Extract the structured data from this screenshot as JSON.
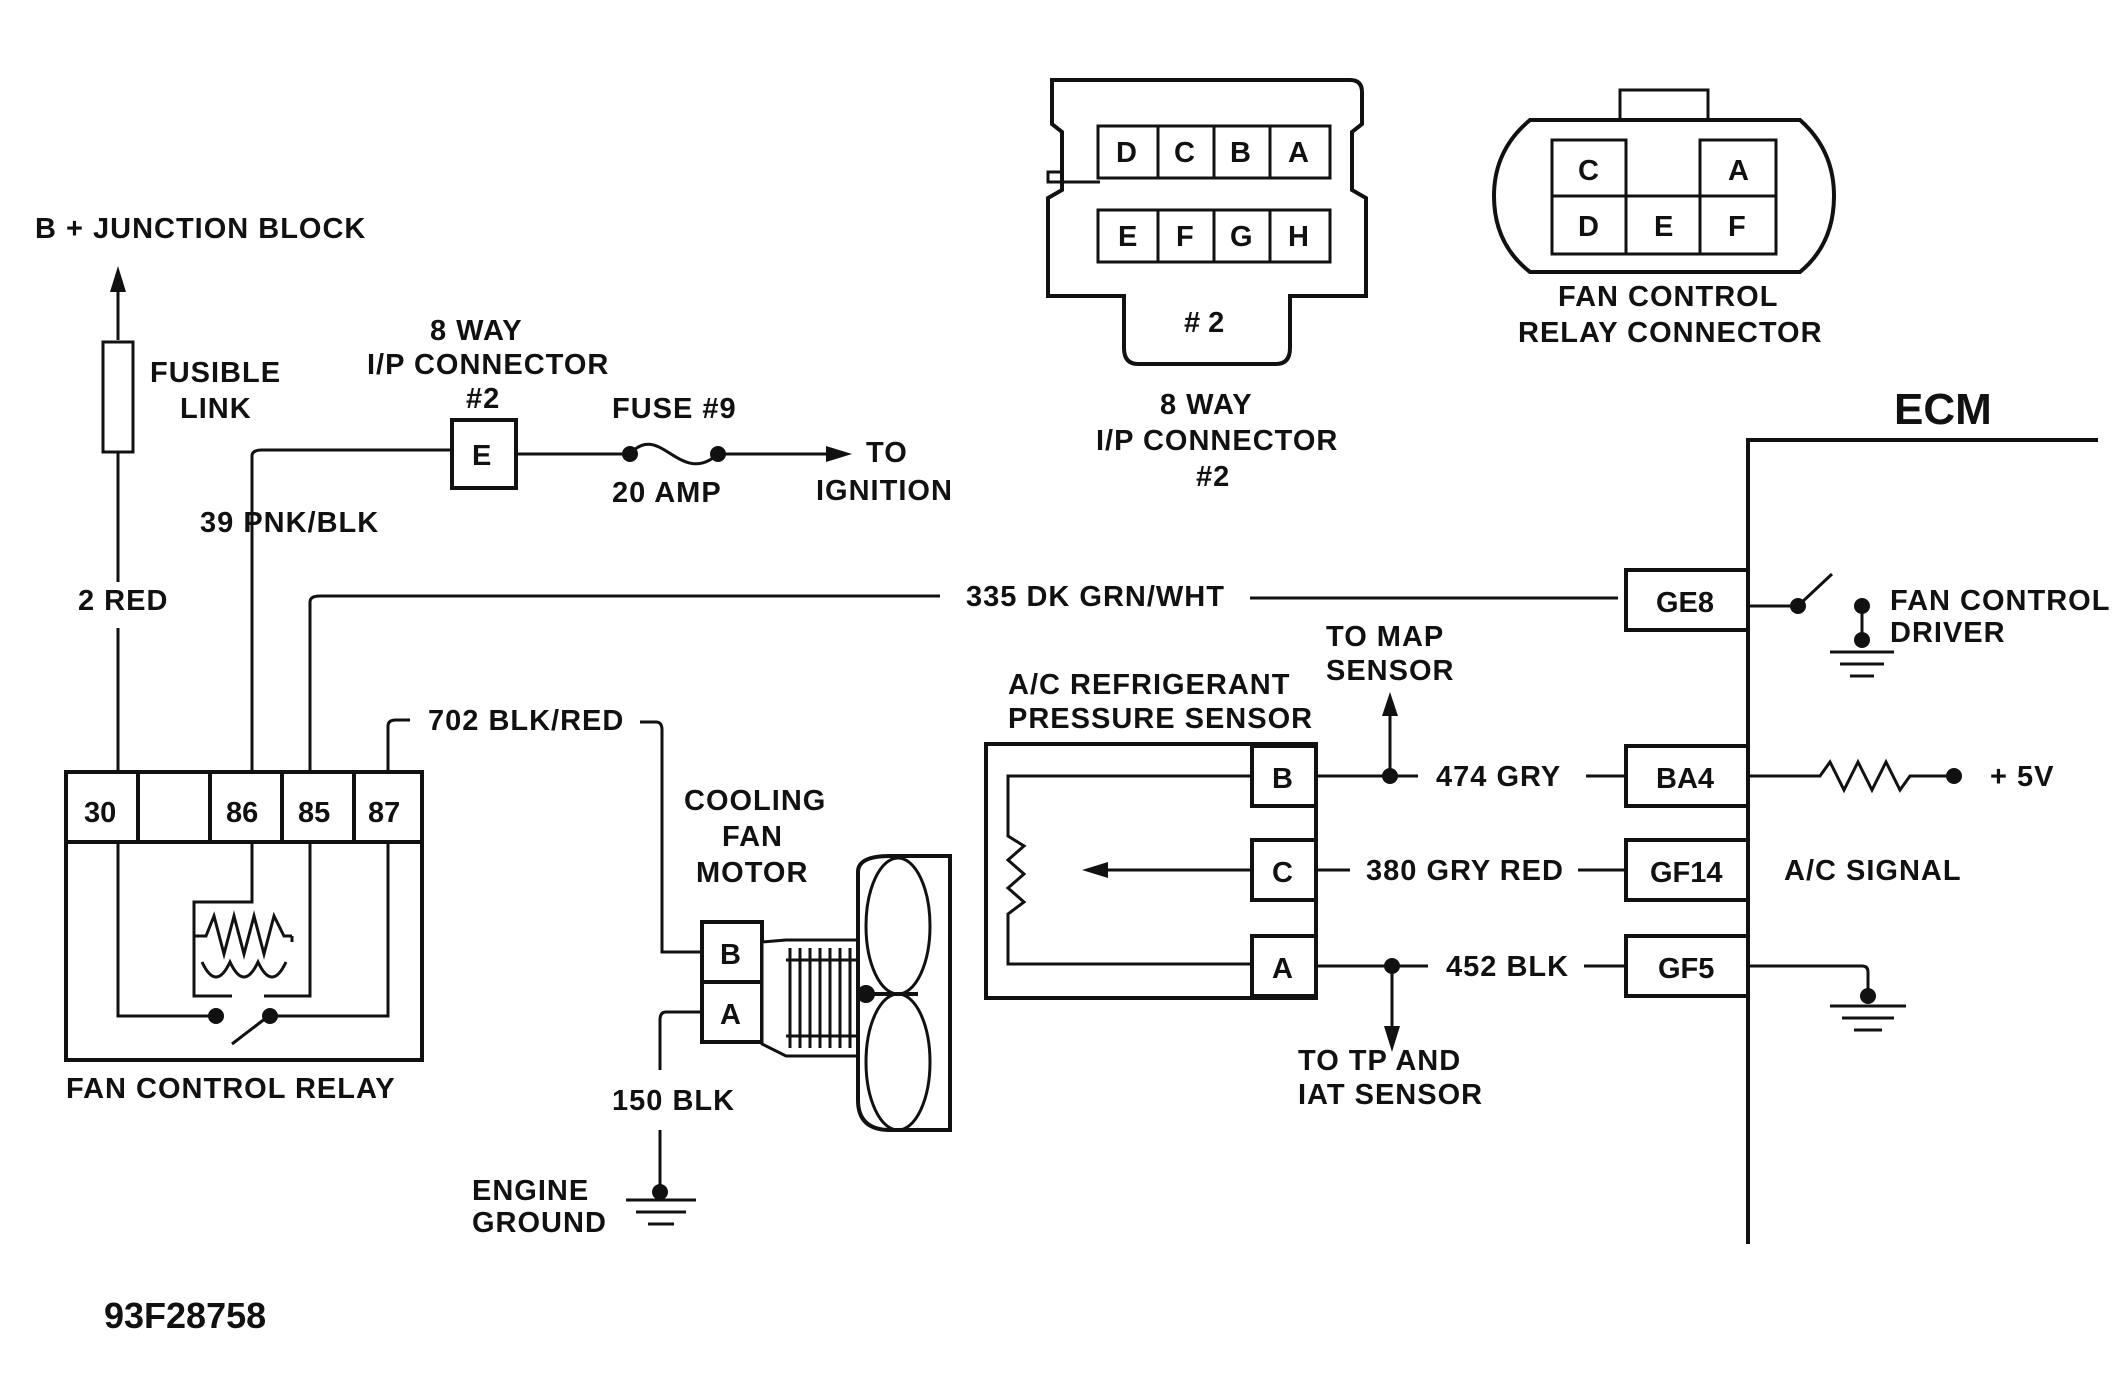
{
  "diagram_code": "93F28758",
  "labels": {
    "b_junction": "B + JUNCTION BLOCK",
    "fusible_1": "FUSIBLE",
    "fusible_2": "LINK",
    "red_wire": "2 RED",
    "pnk_wire": "39 PNK/BLK",
    "ip_title_1": "8 WAY",
    "ip_title_2": "I/P CONNECTOR",
    "ip_title_3": "#2",
    "fuse_1": "FUSE #9",
    "fuse_2": "20 AMP",
    "ign_1": "TO",
    "ign_2": "IGNITION",
    "grn_wire": "335 DK GRN/WHT",
    "blk_red_wire": "702 BLK/RED",
    "relay_title": "FAN CONTROL RELAY",
    "motor_1": "COOLING",
    "motor_2": "FAN",
    "motor_3": "MOTOR",
    "blk150": "150 BLK",
    "eng_1": "ENGINE",
    "eng_2": "GROUND",
    "sensor_1": "A/C REFRIGERANT",
    "sensor_2": "PRESSURE SENSOR",
    "map_1": "TO MAP",
    "map_2": "SENSOR",
    "gry": "474 GRY",
    "gryred": "380 GRY RED",
    "blk452": "452 BLK",
    "tp_1": "TO TP AND",
    "tp_2": "IAT SENSOR",
    "ecm": "ECM",
    "fcd_1": "FAN CONTROL",
    "fcd_2": "DRIVER",
    "plus5": "+ 5V",
    "ac_signal": "A/C  SIGNAL",
    "ip_conn_1": "8 WAY",
    "ip_conn_2": "I/P CONNECTOR",
    "ip_conn_3": "#2",
    "ip_conn_num": "# 2",
    "fcr_conn_1": "FAN CONTROL",
    "fcr_conn_2": "RELAY CONNECTOR"
  },
  "relay_pins": [
    "30",
    "",
    "86",
    "85",
    "87"
  ],
  "ip_pin": "E",
  "motor_pins": [
    "B",
    "A"
  ],
  "sensor_pins": [
    "B",
    "C",
    "A"
  ],
  "ecm_pins": [
    "GE8",
    "BA4",
    "GF14",
    "GF5"
  ],
  "ip_conn_top": [
    "D",
    "C",
    "B",
    "A"
  ],
  "ip_conn_bottom": [
    "E",
    "F",
    "G",
    "H"
  ],
  "fcr_conn_top": [
    "C",
    "",
    "A"
  ],
  "fcr_conn_bottom": [
    "D",
    "E",
    "F"
  ]
}
